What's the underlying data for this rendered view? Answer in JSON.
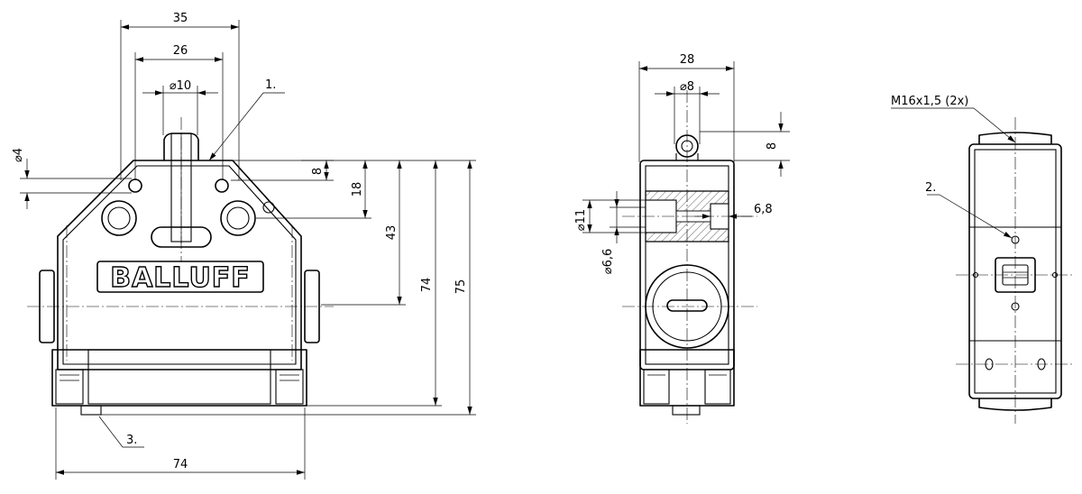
{
  "dimensions": {
    "width_35": "35",
    "width_26": "26",
    "dia_10": "⌀10",
    "dia_4": "⌀4",
    "height_8_front": "8",
    "height_18": "18",
    "height_43": "43",
    "height_74": "74",
    "height_75": "75",
    "width_74": "74",
    "width_28": "28",
    "dia_8": "⌀8",
    "height_8_side": "8",
    "dia_11": "⌀11",
    "dia_6_6": "⌀6,6",
    "depth_6_8": "6,8"
  },
  "callouts": {
    "c1": "1.",
    "c2": "2.",
    "c3": "3.",
    "thread": "M16x1,5 (2x)"
  },
  "logo": "BALLUFF"
}
